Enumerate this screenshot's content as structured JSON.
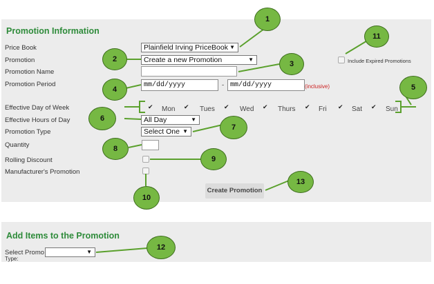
{
  "promotion_info": {
    "title": "Promotion Information",
    "price_book_label": "Price Book",
    "price_book_value": "Plainfield Irving PriceBook",
    "promotion_label": "Promotion",
    "promotion_value": "Create a new Promotion",
    "promotion_name_label": "Promotion Name",
    "promotion_period_label": "Promotion Period",
    "date_placeholder": "mm/dd/yyyy",
    "date_separator": "-",
    "inclusive_text": "(inclusive)",
    "include_expired_label": "Include Expired Promotions",
    "effective_day_label": "Effective Day of Week",
    "days": [
      "Mon",
      "Tues",
      "Wed",
      "Thurs",
      "Fri",
      "Sat",
      "Sun"
    ],
    "effective_hours_label": "Effective Hours of Day",
    "effective_hours_value": "All Day",
    "promotion_type_label": "Promotion Type",
    "promotion_type_value": "Select One",
    "quantity_label": "Quantity",
    "rolling_discount_label": "Rolling Discount",
    "manufacturer_label": "Manufacturer's Promotion",
    "create_button": "Create Promotion"
  },
  "add_items": {
    "title": "Add Items to the Promotion",
    "select_promo_label": "Select Promo",
    "select_promo_label2": "Type:"
  },
  "callouts": [
    "1",
    "2",
    "3",
    "4",
    "5",
    "6",
    "7",
    "8",
    "9",
    "10",
    "11",
    "12",
    "13"
  ],
  "colors": {
    "title_green": "#2e8b3a",
    "bubble_fill": "#76b843",
    "inclusive_red": "#cc2222",
    "panel_bg": "#ececec"
  }
}
